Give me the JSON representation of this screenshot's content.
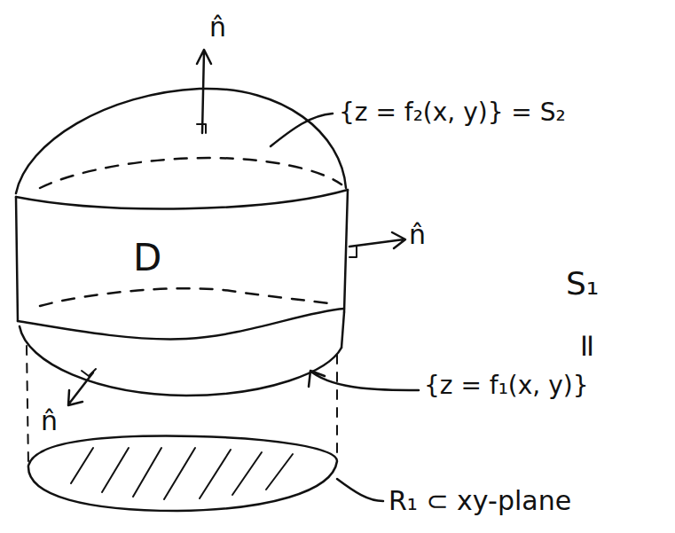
{
  "diagram": {
    "labels": [
      "n̂",
      "{z = f₂(x, y)} = S₂",
      "n̂",
      "D",
      "S₁",
      "=",
      "{z = f₁(x, y)}",
      "n̂",
      "R₁ ⊂ xy-plane"
    ]
  }
}
